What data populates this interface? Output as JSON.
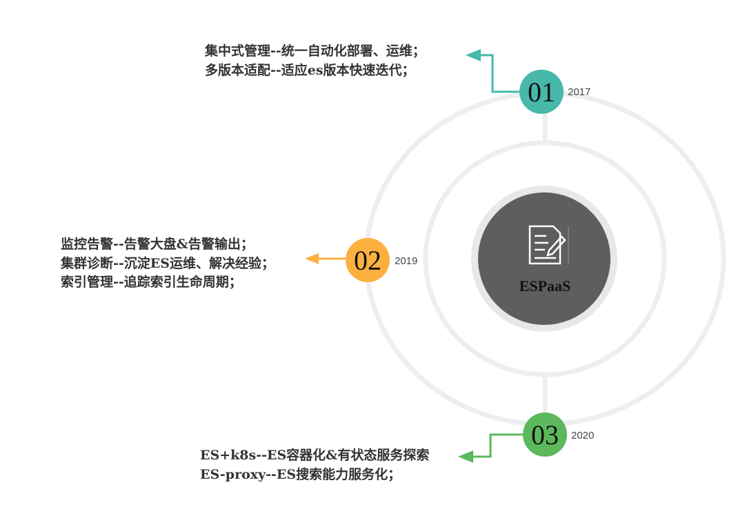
{
  "center": {
    "label": "ESPaaS",
    "icon": "document-edit-icon"
  },
  "milestones": [
    {
      "number": "01",
      "year": "2017",
      "color": "#47b8a9",
      "lines": [
        "集中式管理--统一自动化部署、运维；",
        "多版本适配--适应es版本快速迭代；"
      ]
    },
    {
      "number": "02",
      "year": "2019",
      "color": "#fbb040",
      "lines": [
        "监控告警--告警大盘&告警输出；",
        "集群诊断--沉淀ES运维、解决经验；",
        "索引管理--追踪索引生命周期；"
      ]
    },
    {
      "number": "03",
      "year": "2020",
      "color": "#5cb85c",
      "lines": [
        "ES+k8s--ES容器化&有状态服务探索",
        "ES-proxy--ES搜索能力服务化；"
      ]
    }
  ]
}
